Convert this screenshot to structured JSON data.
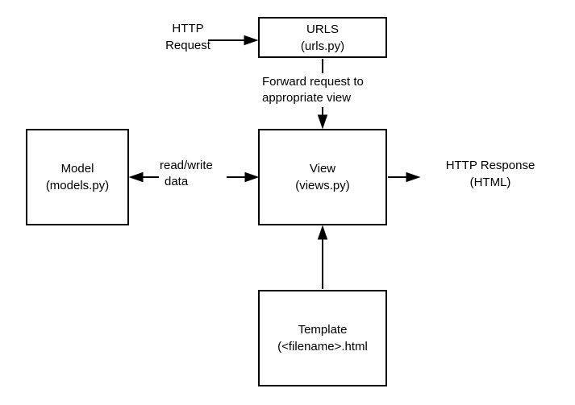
{
  "diagram": {
    "background": "#ffffff",
    "stroke_color": "#000000",
    "nodes": {
      "urls": {
        "title": "URLS",
        "subtitle": "(urls.py)"
      },
      "view": {
        "title": "View",
        "subtitle": "(views.py)"
      },
      "model": {
        "title": "Model",
        "subtitle": "(models.py)"
      },
      "template": {
        "title": "Template",
        "subtitle": "(<filename>.html"
      }
    },
    "labels": {
      "http_request": {
        "line1": "HTTP",
        "line2": "Request"
      },
      "forward": {
        "line1": "Forward request to",
        "line2": "appropriate view"
      },
      "read_write": {
        "line1": "read/write",
        "line2": "data"
      },
      "http_response": {
        "line1": "HTTP Response",
        "line2": "(HTML)"
      }
    }
  }
}
